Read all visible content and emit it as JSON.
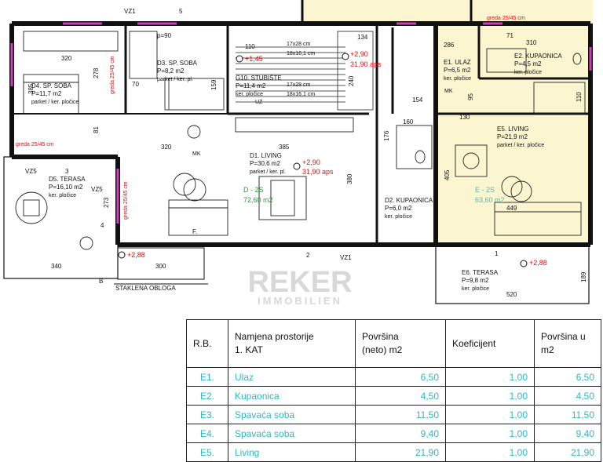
{
  "plan": {
    "top_markers": {
      "vz1": "VZ1",
      "five": "5"
    },
    "rooms": [
      {
        "key": "d4",
        "name": "D4. SP. SOBA",
        "area": "P=11,7 m2",
        "floor": "parket / ker. pločice"
      },
      {
        "key": "d3",
        "name": "D3. SP. SOBA",
        "area": "P=8,2 m2",
        "floor": "parket / ker. pl."
      },
      {
        "key": "g10",
        "name": "G10. STUBIŠTE",
        "area": "P=11,4 m2",
        "floor": "ker. pločice"
      },
      {
        "key": "e1",
        "name": "E1. ULAZ",
        "area": "P=6,5 m2",
        "floor": "ker. pločice"
      },
      {
        "key": "e2",
        "name": "E2. KUPAONICA",
        "area": "P=4,5 m2",
        "floor": "ker. pločice"
      },
      {
        "key": "d1",
        "name": "D1. LIVING",
        "area": "P=30,6 m2",
        "floor": "parket / ker. pl."
      },
      {
        "key": "e5",
        "name": "E5. LIVING",
        "area": "P=21,9 m2",
        "floor": "parket / ker. pločice"
      },
      {
        "key": "d5",
        "name": "D5. TERASA",
        "area": "P=16,10 m2",
        "floor": "ker. pločice"
      },
      {
        "key": "d2",
        "name": "D2. KUPAONICA",
        "area": "P=6,0 m2",
        "floor": "ker. pločice"
      },
      {
        "key": "e6",
        "name": "E6. TERASA",
        "area": "P=9,8 m2",
        "floor": "ker. pločice"
      }
    ],
    "units": {
      "d_label": "D - 2S",
      "d_area": "72,60 m2",
      "e_label": "E - 2S",
      "e_area": "63,60 m2"
    },
    "levels": {
      "l1": "+1,45",
      "l2": "+2,90",
      "l2_aps": "31,90 aps",
      "l3": "+2,90",
      "l3_aps": "31,90 aps",
      "l4": "+2,88",
      "l5": "+2,88"
    },
    "stairs": {
      "s1a": "17x28 cm",
      "s1b": "18x16,1 cm",
      "s2a": "17x28 cm",
      "s2b": "18x16,1 cm",
      "uz": "UZ"
    },
    "beams": {
      "b1": "greda 25/45 cm",
      "b2": "greda 25/45 cm",
      "b3": "greda 25/45 cm",
      "b4": "greda 25/45 cm"
    },
    "dims": {
      "d320a": "320",
      "d320b": "320",
      "d385a": "385",
      "d385b": "385",
      "d110": "110",
      "d134": "134",
      "d286": "286",
      "d310": "310",
      "d71": "71",
      "d159": "159",
      "d340": "340",
      "d300": "300",
      "d449": "449",
      "d520": "520",
      "d405": "405",
      "d380": "380",
      "d273": "273",
      "d189": "189",
      "d240": "240",
      "d154": "154",
      "d160": "160",
      "d176": "176",
      "d130": "130",
      "d95": "95",
      "d110b": "110",
      "d81": "81",
      "d278": "278",
      "d70": "70",
      "p90": "p=90"
    },
    "misc": {
      "vz5a": "VZ5",
      "vz5b": "VZ5",
      "vz1b": "VZ1",
      "n3": "3",
      "n4": "4",
      "n2": "2",
      "n1": "1",
      "b": "B",
      "f": "F.",
      "mk": "MK",
      "mk2": "MK",
      "staklena": "STAKLENA OBLOGA"
    },
    "watermark": {
      "line1": "REKER",
      "line2": "IMMOBILIEN"
    }
  },
  "table": {
    "headers": {
      "rb": "R.B.",
      "namjena_1": "Namjena prostorije",
      "namjena_2": "1. KAT",
      "povrsina_1": "Površina",
      "povrsina_2": "(neto) m2",
      "koeficijent": "Koeficijent",
      "povrsina_u": "Površina u m2"
    },
    "rows": [
      {
        "rb": "E1.",
        "name": "Ulaz",
        "area": "6,50",
        "coef": "1,00",
        "total": "6,50"
      },
      {
        "rb": "E2.",
        "name": "Kupaonica",
        "area": "4,50",
        "coef": "1,00",
        "total": "4,50"
      },
      {
        "rb": "E3.",
        "name": "Spavaća soba",
        "area": "11,50",
        "coef": "1,00",
        "total": "11,50"
      },
      {
        "rb": "E4.",
        "name": "Spavaća soba",
        "area": "9,40",
        "coef": "1,00",
        "total": "9,40"
      },
      {
        "rb": "E5.",
        "name": "Living",
        "area": "21,90",
        "coef": "1,00",
        "total": "21,90"
      }
    ]
  }
}
